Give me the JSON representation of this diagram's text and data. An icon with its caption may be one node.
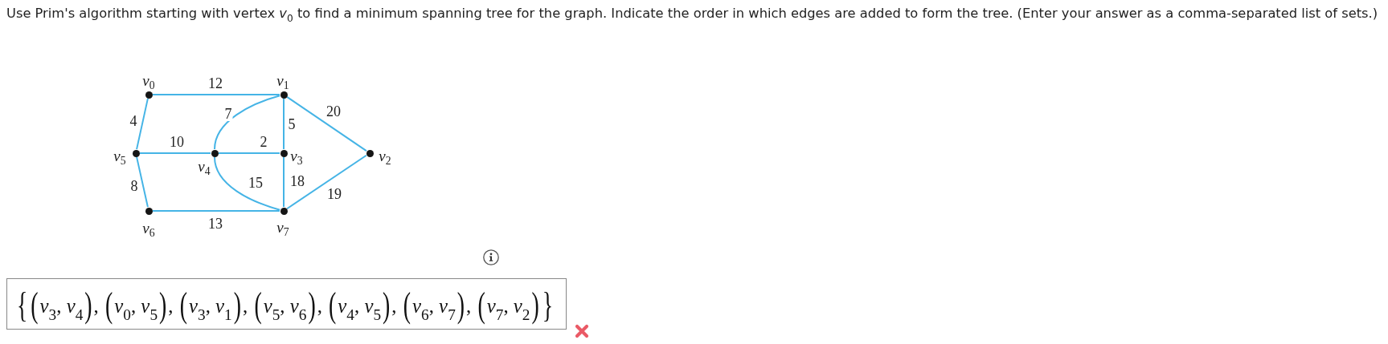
{
  "diagram": {
    "nodes": [
      {
        "text": [
          "v$_{0}$"
        ]
      },
      {
        "text": [
          "v$_{1}$"
        ]
      },
      {
        "text": [
          "v$_{5}$"
        ]
      },
      {
        "text": [
          "v$_{4}$"
        ]
      },
      {
        "text": [
          "v$_{3}$"
        ]
      },
      {
        "text": [
          "v$_{2}$"
        ]
      },
      {
        "text": [
          "v$_{6}$"
        ]
      },
      {
        "text": [
          "v$_{7}$"
        ]
      }
    ],
    "edges": [
      {
        "from": 0,
        "to": 1,
        "arrow": "none",
        "label": "12"
      },
      {
        "from": 0,
        "to": 2,
        "arrow": "none",
        "label": "4"
      },
      {
        "from": 1,
        "to": 3,
        "arrow": "none",
        "label": "7"
      },
      {
        "from": 1,
        "to": 4,
        "arrow": "none",
        "label": "5"
      },
      {
        "from": 1,
        "to": 5,
        "arrow": "none",
        "label": "20"
      },
      {
        "from": 2,
        "to": 3,
        "arrow": "none",
        "label": "10"
      },
      {
        "from": 3,
        "to": 4,
        "arrow": "none",
        "label": "2"
      },
      {
        "from": 3,
        "to": 7,
        "arrow": "none",
        "label": "15"
      },
      {
        "from": 4,
        "to": 7,
        "arrow": "none",
        "label": "18"
      },
      {
        "from": 5,
        "to": 7,
        "arrow": "none",
        "label": "19"
      },
      {
        "from": 2,
        "to": 6,
        "arrow": "none",
        "label": "8"
      },
      {
        "from": 6,
        "to": 7,
        "arrow": "none",
        "label": "13"
      }
    ],
    "labels": [
      "Use Prim's algorithm starting with vertex *v*$_{0}$ to find a minimum spanning tree for the graph. Indicate the order in which edges are added to form the tree. (Enter your answer as a comma-separated list of sets.)",
      "{(*v*$_{3}$, *v*$_{4}$), (*v*$_{0}$, *v*$_{5}$), (*v*$_{3}$, *v*$_{1}$), (*v*$_{5}$, *v*$_{6}$), (*v*$_{4}$, *v*$_{5}$), (*v*$_{6}$, *v*$_{7}$), (*v*$_{7}$, *v*$_{2}$)}"
    ]
  }
}
